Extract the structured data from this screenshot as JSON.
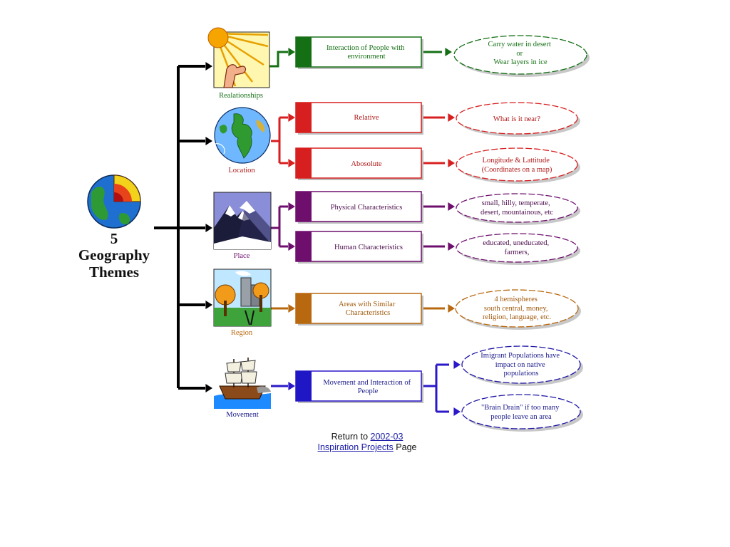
{
  "central": {
    "number": "5",
    "line1": "Geography",
    "line2": "Themes"
  },
  "themes": [
    {
      "label": "Realationships",
      "color": "#157015",
      "icon": "sun-hand-icon",
      "boxes": [
        {
          "text": [
            "Interaction of People with",
            "environment"
          ]
        }
      ],
      "clouds": [
        {
          "text": [
            "Carry water in desert",
            "or",
            "Wear layers in ice"
          ]
        }
      ]
    },
    {
      "label": "Location",
      "color": "#d81f1f",
      "icon": "globe-icon",
      "boxes": [
        {
          "text": [
            "Relative"
          ]
        },
        {
          "text": [
            "Abosolute"
          ]
        }
      ],
      "clouds": [
        {
          "text": [
            "What is it near?"
          ]
        },
        {
          "text": [
            "Longitude & Lattitude",
            "(Coordinates on a map)"
          ]
        }
      ]
    },
    {
      "label": "Place",
      "color": "#6e0f6e",
      "icon": "mountain-icon",
      "boxes": [
        {
          "text": [
            "Physical Characteristics"
          ]
        },
        {
          "text": [
            "Human Characteristics"
          ]
        }
      ],
      "clouds": [
        {
          "text": [
            "small, hilly, temperate,",
            "desert, mountainous, etc"
          ]
        },
        {
          "text": [
            "educated, uneducated,",
            "farmers,"
          ]
        }
      ]
    },
    {
      "label": "Region",
      "color": "#b8680e",
      "icon": "city-trees-icon",
      "boxes": [
        {
          "text": [
            "Areas with Similar",
            "Characteristics"
          ]
        }
      ],
      "clouds": [
        {
          "text": [
            "4 hemispheres",
            "south central, money,",
            "religion, language, etc."
          ]
        }
      ]
    },
    {
      "label": "Movement",
      "color": "#2b19c9",
      "icon": "ship-icon",
      "boxes": [
        {
          "text": [
            "Movement and Interaction of",
            "People"
          ]
        }
      ],
      "clouds": [
        {
          "text": [
            "Imigrant Populations have",
            "impact on native",
            "populations"
          ]
        },
        {
          "text": [
            "\"Brain Drain\" if too many",
            "people leave an area"
          ]
        }
      ]
    }
  ],
  "footer": {
    "prefix": "Return to",
    "link1": "2002-03",
    "link2": "Inspiration Projects",
    "suffix": "Page"
  }
}
